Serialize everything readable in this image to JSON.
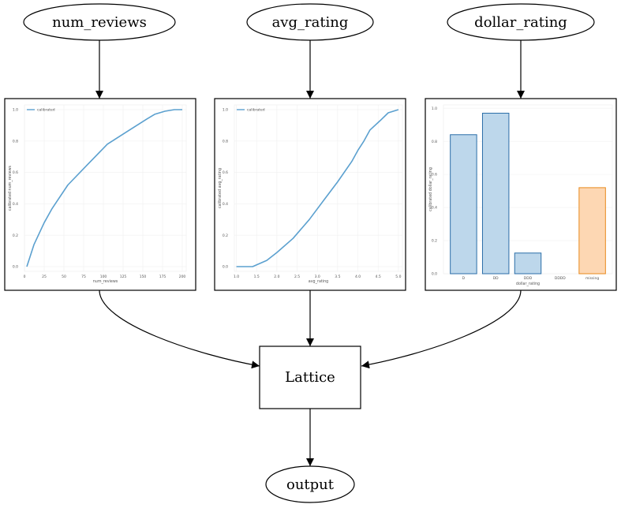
{
  "nodes": {
    "num_reviews": "num_reviews",
    "avg_rating": "avg_rating",
    "dollar_rating": "dollar_rating",
    "lattice": "Lattice",
    "output": "output"
  },
  "chart_data": [
    {
      "type": "line",
      "legend": "calibrated",
      "legend_position": "top-left",
      "xlabel": "num_reviews",
      "ylabel": "calibrated num_reviews",
      "xlim": [
        0,
        205
      ],
      "ylim": [
        -0.03,
        1.03
      ],
      "xticks": [
        "0",
        "25",
        "50",
        "75",
        "100",
        "125",
        "150",
        "175",
        "200"
      ],
      "xtick_values": [
        0,
        25,
        50,
        75,
        100,
        125,
        150,
        175,
        200
      ],
      "yticks": [
        "0.0",
        "0.2",
        "0.4",
        "0.6",
        "0.8",
        "1.0"
      ],
      "ytick_values": [
        0,
        0.2,
        0.4,
        0.6,
        0.8,
        1.0
      ],
      "grid": true,
      "color": "#5ba0cf",
      "x": [
        3,
        12,
        25,
        35,
        55,
        80,
        105,
        130,
        155,
        165,
        178,
        190,
        200
      ],
      "y": [
        0.0,
        0.14,
        0.28,
        0.37,
        0.52,
        0.65,
        0.78,
        0.86,
        0.94,
        0.97,
        0.99,
        1.0,
        1.0
      ]
    },
    {
      "type": "line",
      "legend": "calibrated",
      "legend_position": "top-left",
      "xlabel": "avg_rating",
      "ylabel": "calibrated avg_rating",
      "xlim": [
        0.95,
        5.1
      ],
      "ylim": [
        -0.03,
        1.03
      ],
      "xticks": [
        "1.0",
        "1.5",
        "2.0",
        "2.5",
        "3.0",
        "3.5",
        "4.0",
        "4.5",
        "5.0"
      ],
      "xtick_values": [
        1.0,
        1.5,
        2.0,
        2.5,
        3.0,
        3.5,
        4.0,
        4.5,
        5.0
      ],
      "yticks": [
        "0.0",
        "0.2",
        "0.4",
        "0.6",
        "0.8",
        "1.0"
      ],
      "ytick_values": [
        0,
        0.2,
        0.4,
        0.6,
        0.8,
        1.0
      ],
      "grid": true,
      "color": "#5ba0cf",
      "x": [
        1.0,
        1.4,
        1.75,
        2.0,
        2.4,
        2.8,
        3.15,
        3.5,
        3.85,
        4.0,
        4.15,
        4.3,
        4.55,
        4.75,
        5.0
      ],
      "y": [
        0.0,
        0.0,
        0.04,
        0.09,
        0.18,
        0.3,
        0.42,
        0.54,
        0.67,
        0.74,
        0.8,
        0.87,
        0.93,
        0.98,
        1.0
      ]
    },
    {
      "type": "bar",
      "xlabel": "dollar_rating",
      "ylabel": "calibrated dollar_rating",
      "ylim": [
        0,
        1.02
      ],
      "yticks": [
        "0.0",
        "0.2",
        "0.4",
        "0.6",
        "0.8",
        "1.0"
      ],
      "ytick_values": [
        0,
        0.2,
        0.4,
        0.6,
        0.8,
        1.0
      ],
      "grid": true,
      "categories": [
        "D",
        "DD",
        "DDD",
        "DDDD",
        "missing"
      ],
      "values": [
        0.84,
        0.97,
        0.125,
        0.0,
        0.52
      ],
      "fills": [
        "#bdd7eb",
        "#bdd7eb",
        "#bdd7eb",
        "#bdd7eb",
        "#fdd7b3"
      ],
      "strokes": [
        "#2b6ea8",
        "#2b6ea8",
        "#2b6ea8",
        "#2b6ea8",
        "#e8891c"
      ]
    }
  ]
}
